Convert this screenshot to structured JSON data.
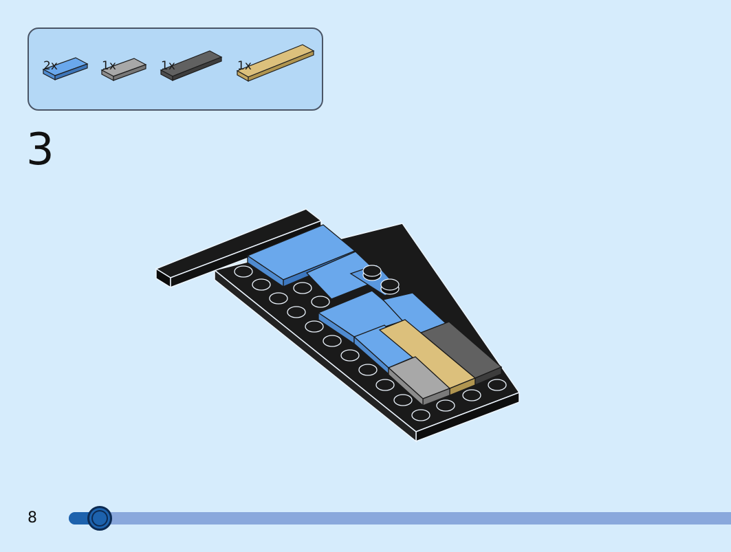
{
  "parts_list": {
    "parts": [
      {
        "name": "tile-1x2-medium-blue",
        "color": "#6aa8ec",
        "quantity": "2x"
      },
      {
        "name": "tile-1x2-light-gray",
        "color": "#a8a8a8",
        "quantity": "1x"
      },
      {
        "name": "tile-1x4-dark-gray",
        "color": "#616161",
        "quantity": "1x"
      },
      {
        "name": "tile-1x6-tan",
        "color": "#dcc07c",
        "quantity": "1x"
      }
    ]
  },
  "step": {
    "number": "3"
  },
  "footer": {
    "page_number": "8",
    "progress": 0.06
  },
  "colors": {
    "background": "#d6ecfc",
    "parts_box": "#b4d8f6",
    "plate_black": "#141414",
    "blue": "#6aa8ec",
    "tan": "#dcc07c",
    "light_gray": "#a8a8a8",
    "dark_gray": "#616161",
    "progress_fill": "#1d62ad",
    "progress_track": "#8aa8dc"
  }
}
